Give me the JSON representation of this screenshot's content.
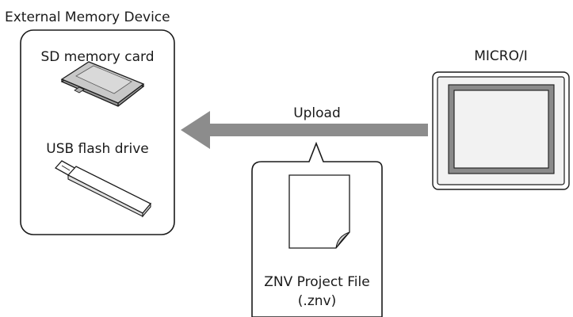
{
  "external_device": {
    "title": "External Memory Device",
    "sd_label": "SD memory card",
    "usb_label": "USB flash drive"
  },
  "micro_i": {
    "title": "MICRO/I"
  },
  "transfer": {
    "arrow_label": "Upload"
  },
  "project_file": {
    "name": "ZNV Project File",
    "extension": "(.znv)"
  },
  "colors": {
    "arrow": "#8c8c8c",
    "outline": "#1a1a1a",
    "device_fill": "#f2f2f2",
    "screen_fill": "#8a8a8a",
    "sd_card_fill": "#c8c8c8",
    "usb_fill": "#ffffff"
  }
}
